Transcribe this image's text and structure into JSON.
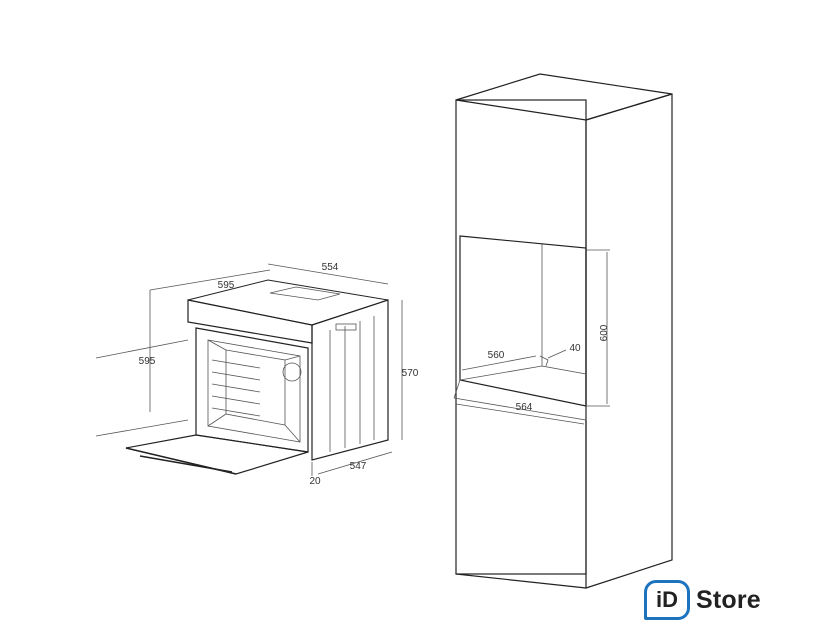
{
  "oven": {
    "labels": {
      "width_top": "595",
      "depth_top": "554",
      "height_front": "595",
      "height_side": "570",
      "depth_bottom": "547",
      "door_offset": "20"
    }
  },
  "cabinet": {
    "labels": {
      "niche_height": "600",
      "niche_depth": "560",
      "vent_gap": "40",
      "niche_width": "564"
    }
  },
  "logo": {
    "mark": "iD",
    "word": "Store",
    "color": "#1e73be"
  }
}
